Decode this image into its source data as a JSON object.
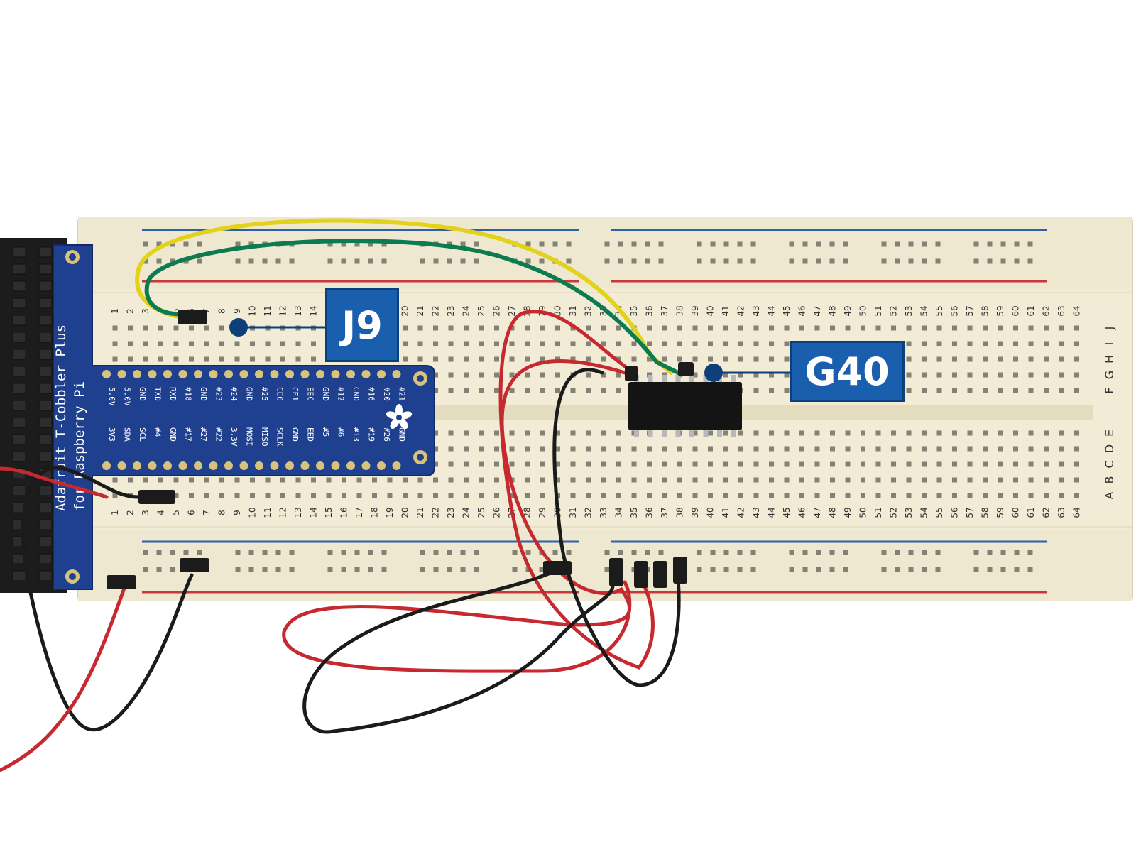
{
  "callouts": {
    "j9": "J9",
    "g40": "G40"
  },
  "breadboard": {
    "column_numbers": [
      "1",
      "2",
      "3",
      "4",
      "5",
      "6",
      "7",
      "8",
      "9",
      "10",
      "11",
      "12",
      "13",
      "14",
      "15",
      "16",
      "17",
      "18",
      "19",
      "20",
      "21",
      "22",
      "23",
      "24",
      "25",
      "26",
      "27",
      "28",
      "29",
      "30",
      "31",
      "32",
      "33",
      "34",
      "35",
      "36",
      "37",
      "38",
      "39",
      "40",
      "41",
      "42",
      "43",
      "44",
      "45",
      "46",
      "47",
      "48",
      "49",
      "50",
      "51",
      "52",
      "53",
      "54",
      "55",
      "56",
      "57",
      "58",
      "59",
      "60",
      "61",
      "62",
      "63",
      "64"
    ],
    "row_letters_top": [
      "F",
      "G",
      "H",
      "I",
      "J"
    ],
    "row_letters_bottom": [
      "A",
      "B",
      "C",
      "D",
      "E"
    ]
  },
  "cobbler": {
    "title_line1": "Adafruit T-Cobbler Plus",
    "title_line2": "for Raspberry Pi",
    "pins_top": [
      "5.0V",
      "5.0V",
      "GND",
      "TXD",
      "RXD",
      "#18",
      "GND",
      "#23",
      "#24",
      "GND",
      "#25",
      "CE0",
      "CE1",
      "EEC",
      "GND",
      "#12",
      "GND",
      "#16",
      "#20",
      "#21"
    ],
    "pins_bottom": [
      "3V3",
      "SDA",
      "SCL",
      "#4",
      "GND",
      "#17",
      "#27",
      "#22",
      "3.3V",
      "MOSI",
      "MISO",
      "SCLK",
      "GND",
      "EED",
      "#5",
      "#6",
      "#13",
      "#19",
      "#26",
      "GND"
    ]
  },
  "colors": {
    "board": "#f1ebd5",
    "rail_blue": "#2f5fa8",
    "rail_red": "#c8383a",
    "cobbler_blue": "#1f3f8f",
    "callout_blue": "#1a5fae",
    "wire_yellow": "#e2d21c",
    "wire_green": "#0c7b4f",
    "wire_red": "#c62a30",
    "wire_black": "#1b1b1b"
  },
  "icons": [
    "adafruit-flower-logo"
  ]
}
